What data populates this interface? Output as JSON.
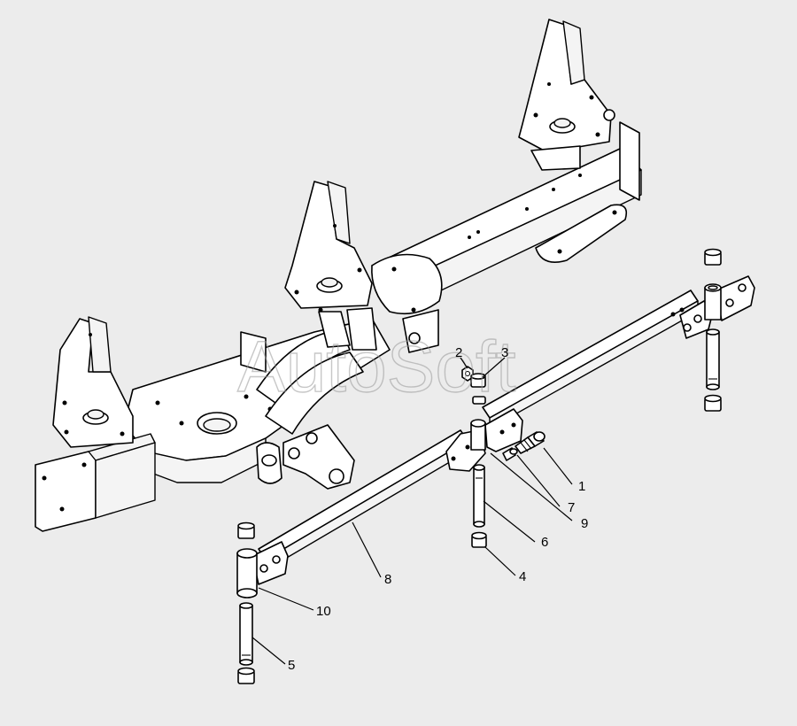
{
  "watermark": "AutoSoft",
  "callouts": [
    {
      "id": "1",
      "text": "1"
    },
    {
      "id": "2",
      "text": "2"
    },
    {
      "id": "3",
      "text": "3"
    },
    {
      "id": "4",
      "text": "4"
    },
    {
      "id": "5",
      "text": "5"
    },
    {
      "id": "6",
      "text": "6"
    },
    {
      "id": "7",
      "text": "7"
    },
    {
      "id": "8",
      "text": "8"
    },
    {
      "id": "9",
      "text": "9"
    },
    {
      "id": "10",
      "text": "10"
    }
  ],
  "colors": {
    "background": "#ececec",
    "line": "#000000",
    "part_fill": "#ffffff",
    "watermark": "#9a9a9a"
  }
}
